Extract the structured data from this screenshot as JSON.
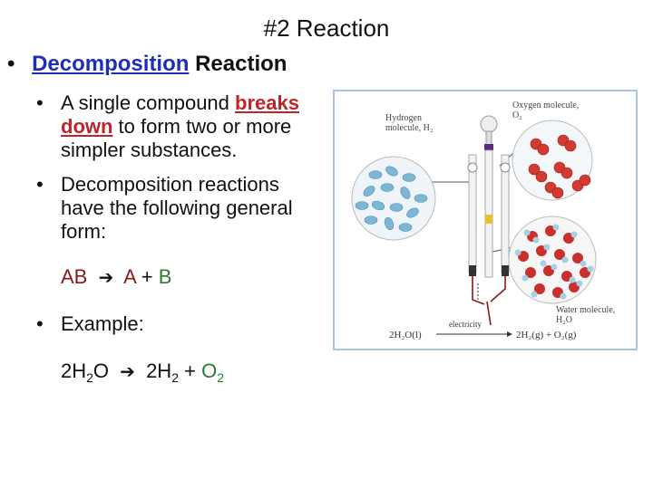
{
  "slide": {
    "title": "#2 Reaction",
    "main_bullet": {
      "link_text": "Decomposition",
      "rest": " Reaction"
    },
    "bullet1": {
      "pre": "A single compound ",
      "emph": "breaks down",
      "post": " to form two or more simpler substances."
    },
    "bullet2": "Decomposition reactions have the following general form:",
    "general_form": {
      "left": "AB",
      "a": "A",
      "plus": "+",
      "b": "B"
    },
    "bullet3": "Example:",
    "example": {
      "coef1": "2H",
      "sub1": "2",
      "o": "O",
      "coef2": "2H",
      "sub2": "2",
      "plus": "+",
      "o2": "O",
      "sub3": "2"
    }
  },
  "diagram": {
    "label_hydrogen": "Hydrogen molecule, H₂",
    "label_oxygen": "Oxygen molecule, O₂",
    "label_water": "Water molecule, H₂O",
    "equation_left": "2H₂O(l)",
    "equation_arrow_label": "electricity",
    "equation_right": "2H₂(g) + O₂(g)",
    "colors": {
      "hydrogen": "#7fb6d6",
      "oxygen": "#d33a32",
      "water_o": "#c9302c",
      "water_h": "#a7cfe4",
      "border": "#a9c5e5"
    }
  }
}
